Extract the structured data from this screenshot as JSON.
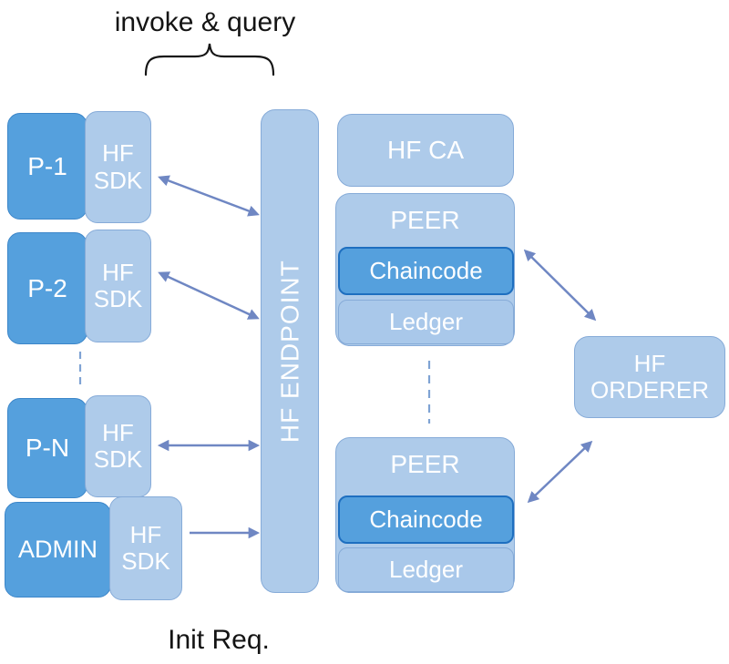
{
  "top_label": "invoke & query",
  "bottom_label": "Init Req.",
  "clients": [
    {
      "label": "P-1",
      "sdk": "HF SDK"
    },
    {
      "label": "P-2",
      "sdk": "HF SDK"
    },
    {
      "label": "P-N",
      "sdk": "HF SDK"
    },
    {
      "label": "ADMIN",
      "sdk": "HF SDK"
    }
  ],
  "endpoint_label": "HF ENDPOINT",
  "ca_label": "HF CA",
  "peers": [
    {
      "title": "PEER",
      "chaincode": "Chaincode",
      "ledger": "Ledger"
    },
    {
      "title": "PEER",
      "chaincode": "Chaincode",
      "ledger": "Ledger"
    }
  ],
  "orderer_label": "HF ORDERER",
  "colors": {
    "dark_blue_fill": "#55A0DD",
    "dark_blue_border": "#3C86C9",
    "chaincode_border": "#1E6FC0",
    "light_blue_fill": "#AECBEA",
    "light_blue_border": "#86ABD8",
    "arrow_blue": "#6F87C3",
    "dashed_line_blue": "#7FA3D4",
    "text_white": "#FFFFFF",
    "text_black": "#141414"
  }
}
